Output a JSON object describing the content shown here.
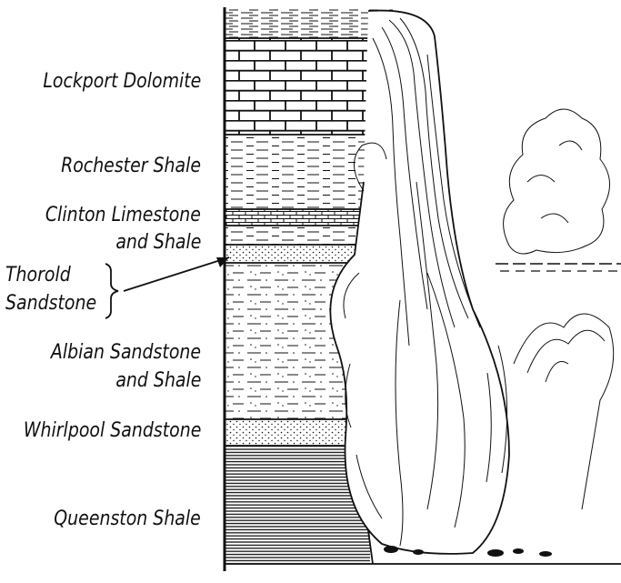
{
  "labels": {
    "lockport": "Lockport Dolomite",
    "rochester": "Rochester Shale",
    "clinton_1": "Clinton Limestone",
    "clinton_2": "and Shale",
    "thorold_1": "Thorold",
    "thorold_2": "Sandstone",
    "albion_1": "Albian Sandstone",
    "albion_2": "and Shale",
    "whirlpool": "Whirlpool Sandstone",
    "queenston": "Queenston Shale"
  },
  "colors": {
    "ink": "#111111",
    "paper": "#ffffff"
  }
}
